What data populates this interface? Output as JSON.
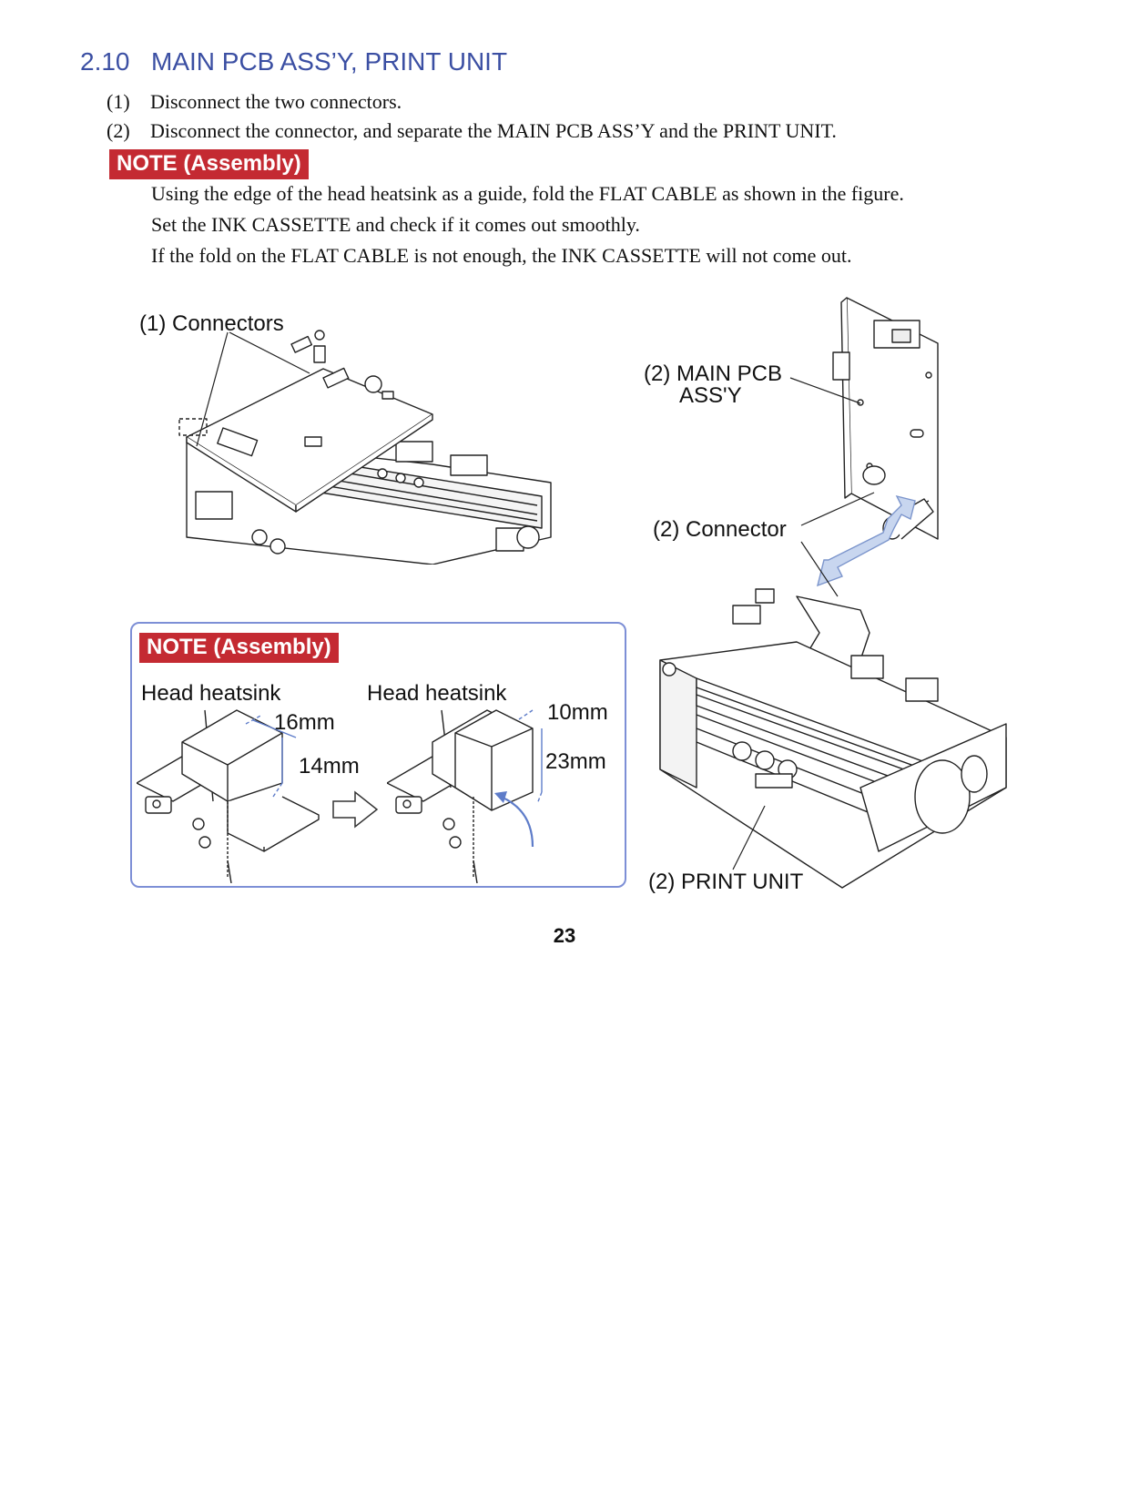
{
  "section": {
    "number": "2.10",
    "title": "MAIN PCB ASS’Y, PRINT UNIT"
  },
  "steps": [
    {
      "num": "(1)",
      "text": "Disconnect the two connectors."
    },
    {
      "num": "(2)",
      "text": "Disconnect the connector, and separate the MAIN PCB ASS’Y and the PRINT UNIT."
    }
  ],
  "note": {
    "badge": "NOTE (Assembly)",
    "lines": [
      "Using the edge of the head heatsink as a guide, fold the FLAT CABLE as shown in the figure.",
      "Set the INK CASSETTE and check if it comes out smoothly.",
      "If the fold on the FLAT CABLE is not enough, the INK CASSETTE will not come out."
    ]
  },
  "figure": {
    "label_connectors": "(1) Connectors",
    "label_main_pcb_1": "(2)  MAIN PCB",
    "label_main_pcb_2": "ASS'Y",
    "label_connector": "(2) Connector",
    "label_print_unit": "(2) PRINT UNIT",
    "note_box": {
      "badge": "NOTE (Assembly)",
      "left_label": "Head heatsink",
      "right_label": "Head heatsink",
      "dim_16": "16mm",
      "dim_14": "14mm",
      "dim_10": "10mm",
      "dim_23": "23mm"
    }
  },
  "page_number": "23"
}
